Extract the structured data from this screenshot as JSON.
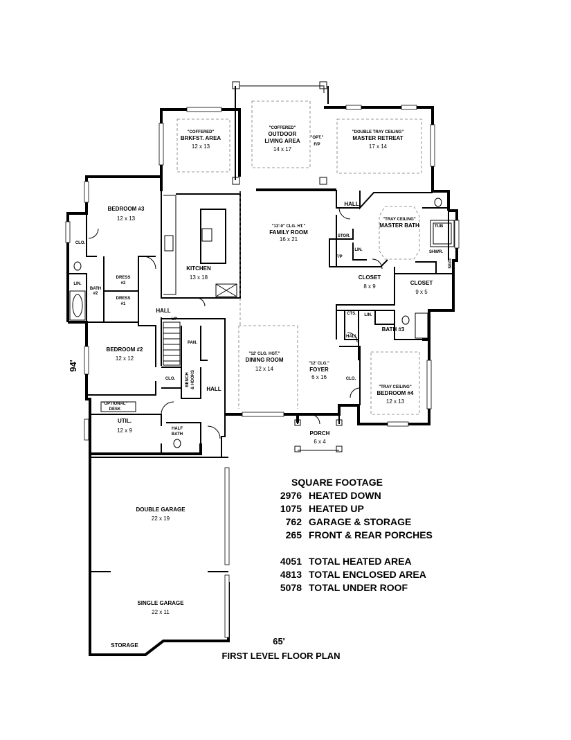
{
  "plan": {
    "title": "FIRST LEVEL FLOOR PLAN",
    "width_dim": "65'",
    "depth_dim": "94'"
  },
  "rooms": {
    "brkfst": {
      "note": "\"COFFERED\"",
      "name": "BRKFST. AREA",
      "size": "12 x 13"
    },
    "outdoor": {
      "note": "\"COFFERED\"",
      "name1": "OUTDOOR",
      "name2": "LIVING AREA",
      "size": "14 x 17"
    },
    "opt_fp": {
      "line1": "\"OPT.\"",
      "line2": "F/P"
    },
    "master_retreat": {
      "note": "\"DOUBLE TRAY CEILING\"",
      "name": "MASTER RETREAT",
      "size": "17 x 14"
    },
    "bedroom3": {
      "name": "BEDROOM #3",
      "size": "12 x 13"
    },
    "family": {
      "note": "\"13'-0\" CLG. HT.\"",
      "name": "FAMILY ROOM",
      "size": "16 x 21"
    },
    "master_bath": {
      "note": "\"TRAY CEILING\"",
      "name": "MASTER BATH"
    },
    "kitchen": {
      "name": "KITCHEN",
      "size": "13 x 18"
    },
    "closet_a": {
      "name": "CLOSET",
      "size": "8 x 9"
    },
    "closet_b": {
      "name": "CLOSET",
      "size": "9 x 5"
    },
    "bedroom2": {
      "name": "BEDROOM #2",
      "size": "12 x 12"
    },
    "dining": {
      "note": "\"12' CLG. HGT.\"",
      "name": "DINING ROOM",
      "size": "12 x 14"
    },
    "foyer": {
      "note": "\"12' CLG.\"",
      "name": "FOYER",
      "size": "6 x 16"
    },
    "bedroom4": {
      "note": "\"TRAY CEILING\"",
      "name": "BEDROOM #4",
      "size": "12 x 13"
    },
    "util": {
      "name": "UTIL.",
      "size": "12 x 9",
      "desk1": "\"OPTIONAL\"",
      "desk2": "DESK"
    },
    "half_bath": {
      "line1": "HALF",
      "line2": "BATH"
    },
    "porch": {
      "name": "PORCH",
      "size": "6 x 4"
    },
    "double_garage": {
      "name": "DOUBLE GARAGE",
      "size": "22 x 19"
    },
    "single_garage": {
      "name": "SINGLE GARAGE",
      "size": "22 x 11"
    },
    "storage": {
      "name": "STORAGE"
    }
  },
  "small_labels": {
    "hall_master": "HALL",
    "stor": "STOR.",
    "lin_master": "LIN.",
    "fp": "F/P",
    "tub": "TUB",
    "shwr": "SHWR.",
    "seat": "SEAT",
    "clo_b3": "CLO.",
    "lin_bath2": "LIN.",
    "bath2_1": "BATH",
    "bath2_2": "#2",
    "dress2_1": "DRESS",
    "dress2_2": "#2",
    "dress1_1": "DRESS",
    "dress1_2": "#1",
    "hall_center": "HALL",
    "up": "UP",
    "pan": "PAN.",
    "clo_center": "CLO.",
    "bench1": "BENCH",
    "bench2": "& HOOKS",
    "hall_lower": "HALL",
    "cts": "CTS.",
    "lin_b3": "LIN.",
    "bath3": "BATH #3",
    "hall_right": "HALL",
    "clo_b4": "CLO."
  },
  "square_footage": {
    "heading": "SQUARE FOOTAGE",
    "rows": [
      {
        "value": "2976",
        "label": "HEATED DOWN"
      },
      {
        "value": "1075",
        "label": "HEATED UP"
      },
      {
        "value": "762",
        "label": "GARAGE & STORAGE"
      },
      {
        "value": "265",
        "label": "FRONT & REAR PORCHES"
      }
    ],
    "totals": [
      {
        "value": "4051",
        "label": "TOTAL HEATED AREA"
      },
      {
        "value": "4813",
        "label": "TOTAL ENCLOSED AREA"
      },
      {
        "value": "5078",
        "label": "TOTAL UNDER ROOF"
      }
    ]
  }
}
